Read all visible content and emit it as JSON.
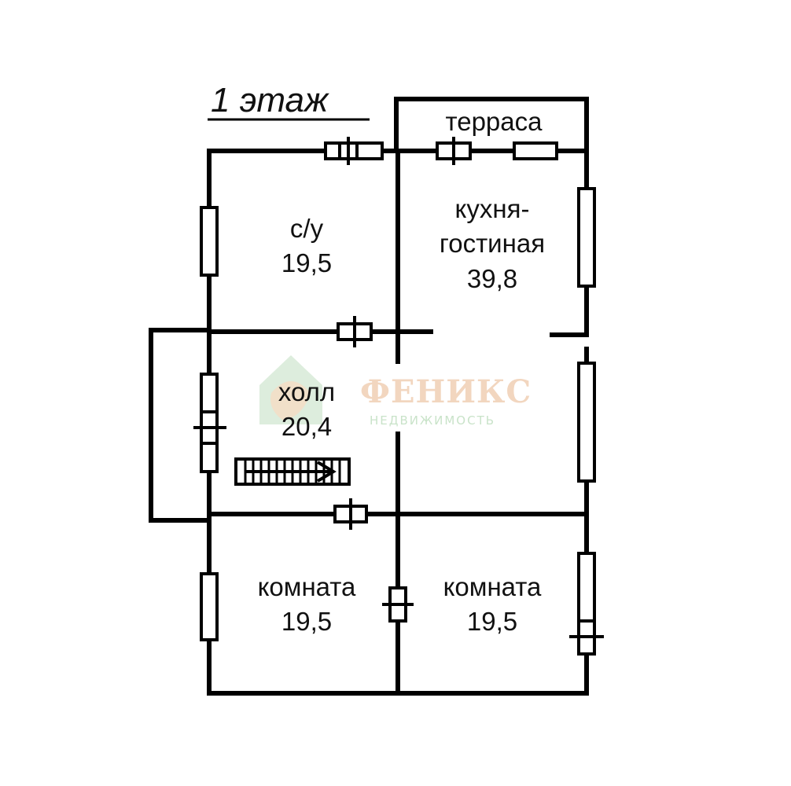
{
  "title": "1 этаж",
  "rooms": {
    "terrace": {
      "name": "терраса"
    },
    "wc": {
      "name": "с/у",
      "area": "19,5"
    },
    "kitchen": {
      "line1": "кухня-",
      "line2": "гостиная",
      "area": "39,8"
    },
    "hall": {
      "name": "холл",
      "area": "20,4"
    },
    "room_left": {
      "name": "комната",
      "area": "19,5"
    },
    "room_right": {
      "name": "комната",
      "area": "19,5"
    }
  },
  "watermark": {
    "brand": "ФЕНИКС",
    "tagline": "НЕДВИЖИМОСТЬ",
    "colors": {
      "brand": "#f2d6bf",
      "tagline": "#c9e3c9",
      "logo_green": "#cfe6cf",
      "logo_orange": "#f6dcc4"
    }
  }
}
